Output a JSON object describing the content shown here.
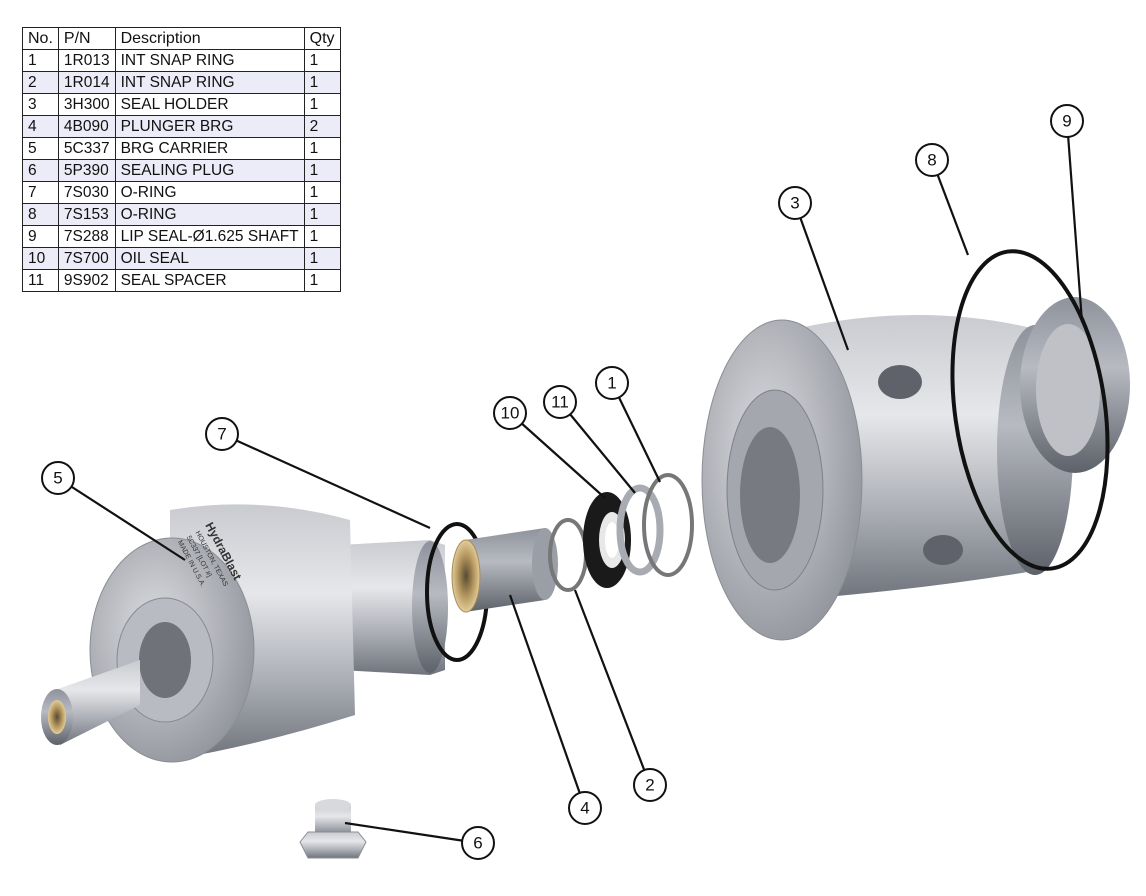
{
  "parts_table": {
    "headers": [
      "No.",
      "P/N",
      "Description",
      "Qty"
    ],
    "rows": [
      {
        "no": "1",
        "pn": "1R013",
        "description": "INT SNAP RING",
        "qty": "1"
      },
      {
        "no": "2",
        "pn": "1R014",
        "description": "INT SNAP RING",
        "qty": "1"
      },
      {
        "no": "3",
        "pn": "3H300",
        "description": "SEAL HOLDER",
        "qty": "1"
      },
      {
        "no": "4",
        "pn": "4B090",
        "description": "PLUNGER BRG",
        "qty": "2"
      },
      {
        "no": "5",
        "pn": "5C337",
        "description": "BRG CARRIER",
        "qty": "1"
      },
      {
        "no": "6",
        "pn": "5P390",
        "description": "SEALING PLUG",
        "qty": "1"
      },
      {
        "no": "7",
        "pn": "7S030",
        "description": "O-RING",
        "qty": "1"
      },
      {
        "no": "8",
        "pn": "7S153",
        "description": "O-RING",
        "qty": "1"
      },
      {
        "no": "9",
        "pn": "7S288",
        "description": "LIP SEAL-Ø1.625 SHAFT",
        "qty": "1"
      },
      {
        "no": "10",
        "pn": "7S700",
        "description": "OIL SEAL",
        "qty": "1"
      },
      {
        "no": "11",
        "pn": "9S902",
        "description": "SEAL SPACER",
        "qty": "1"
      }
    ]
  },
  "callouts": [
    "1",
    "2",
    "3",
    "4",
    "5",
    "6",
    "7",
    "8",
    "9",
    "10",
    "11"
  ],
  "engraving": {
    "brand": "HydraBlast",
    "city": "HOUSTON, TEXAS",
    "part_lot": "5C337   [LOT #]",
    "origin": "MADE IN U.S.A."
  }
}
